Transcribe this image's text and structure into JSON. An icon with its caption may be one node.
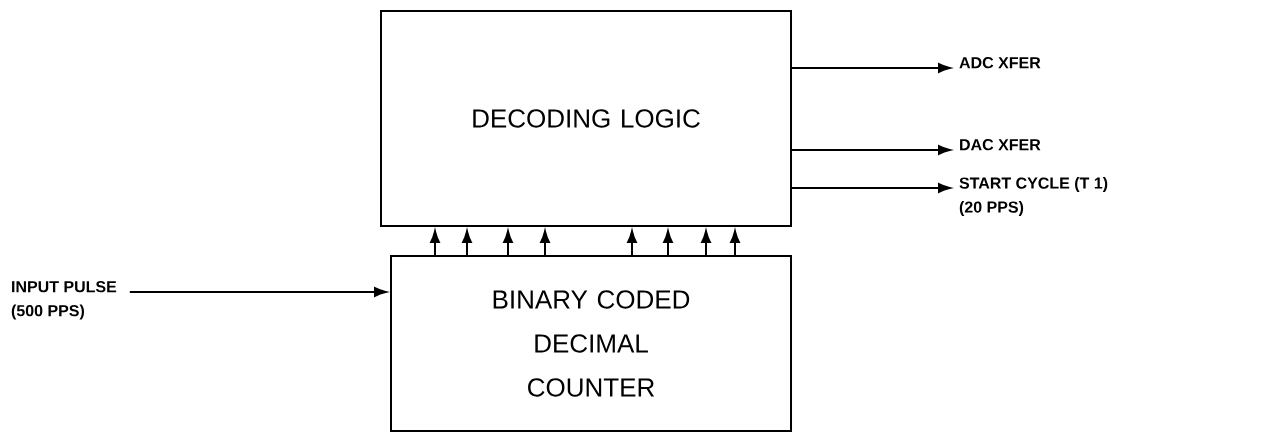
{
  "diagram": {
    "nodes": [
      {
        "text": [
          "DECODING LOGIC"
        ]
      },
      {
        "text": [
          "BINARY CODED DECIMAL COUNTER"
        ]
      },
      {
        "text": [
          "ADC XFER"
        ]
      },
      {
        "text": [
          "DAC XFER"
        ]
      },
      {
        "text": [
          "START CYCLE (T 1)",
          "(20 PPS)"
        ]
      },
      {
        "text": [
          "INPUT PULSE",
          "(500 PPS)"
        ]
      }
    ],
    "edges": [
      {
        "from": 1,
        "to": 0,
        "arrow": "to"
      },
      {
        "from": 1,
        "to": 0,
        "arrow": "to"
      },
      {
        "from": 1,
        "to": 0,
        "arrow": "to"
      },
      {
        "from": 1,
        "to": 0,
        "arrow": "to"
      },
      {
        "from": 1,
        "to": 0,
        "arrow": "to"
      },
      {
        "from": 1,
        "to": 0,
        "arrow": "to"
      },
      {
        "from": 1,
        "to": 0,
        "arrow": "to"
      },
      {
        "from": 1,
        "to": 0,
        "arrow": "to"
      },
      {
        "from": 0,
        "to": 2,
        "arrow": "to"
      },
      {
        "from": 0,
        "to": 3,
        "arrow": "to"
      },
      {
        "from": 0,
        "to": 4,
        "arrow": "to"
      },
      {
        "from": 5,
        "to": 1,
        "arrow": "to"
      }
    ]
  }
}
